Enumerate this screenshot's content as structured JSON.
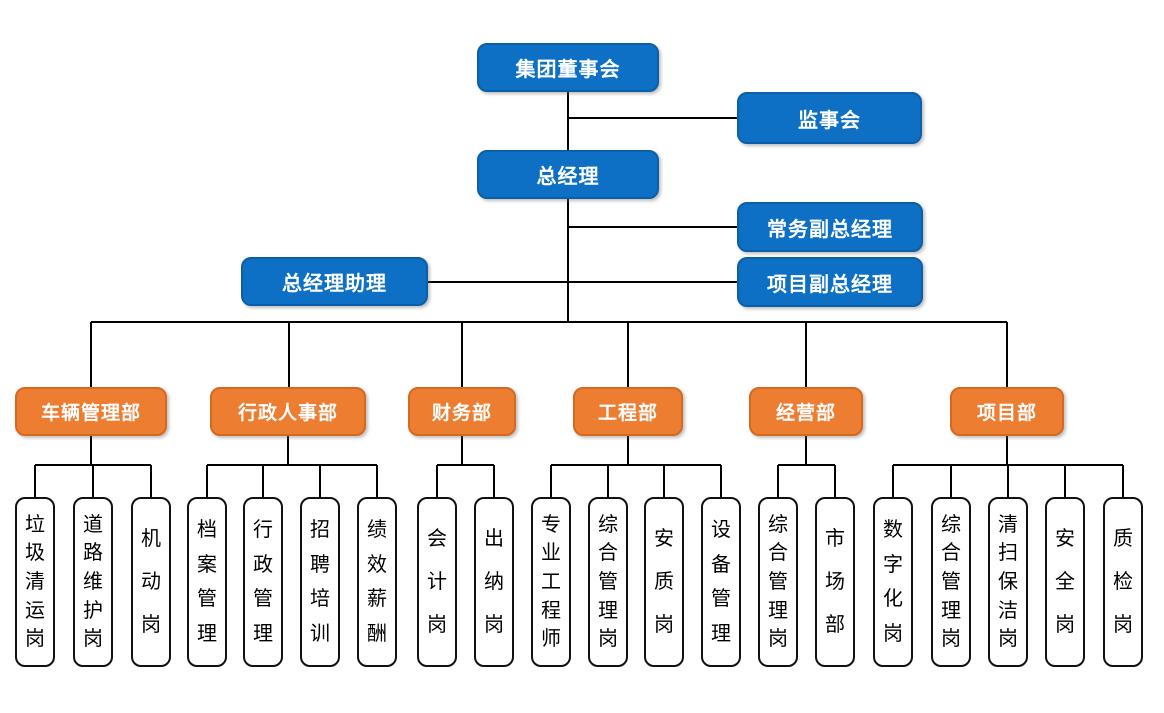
{
  "palette": {
    "executive_fill": "#0d70c5",
    "department_fill": "#ed7d31",
    "position_fill": "#ffffff",
    "line_color": "#000000",
    "node_text": "#ffffff",
    "position_text": "#000000"
  },
  "executive": {
    "board": "集团董事会",
    "supervisory_board": "监事会",
    "general_manager": "总经理",
    "executive_deputy_gm": "常务副总经理",
    "gm_assistant": "总经理助理",
    "project_deputy_gm": "项目副总经理"
  },
  "departments": [
    {
      "label": "车辆管理部",
      "positions": [
        "垃圾清运岗",
        "道路维护岗",
        "机动岗"
      ]
    },
    {
      "label": "行政人事部",
      "positions": [
        "档案管理",
        "行政管理",
        "招聘培训",
        "绩效薪酬"
      ]
    },
    {
      "label": "财务部",
      "positions": [
        "会计岗",
        "出纳岗"
      ]
    },
    {
      "label": "工程部",
      "positions": [
        "专业工程师",
        "综合管理岗",
        "安质岗",
        "设备管理"
      ]
    },
    {
      "label": "经营部",
      "positions": [
        "综合管理岗",
        "市场部"
      ]
    },
    {
      "label": "项目部",
      "positions": [
        "数字化岗",
        "综合管理岗",
        "清扫保洁岗",
        "安全岗",
        "质检岗"
      ]
    }
  ]
}
